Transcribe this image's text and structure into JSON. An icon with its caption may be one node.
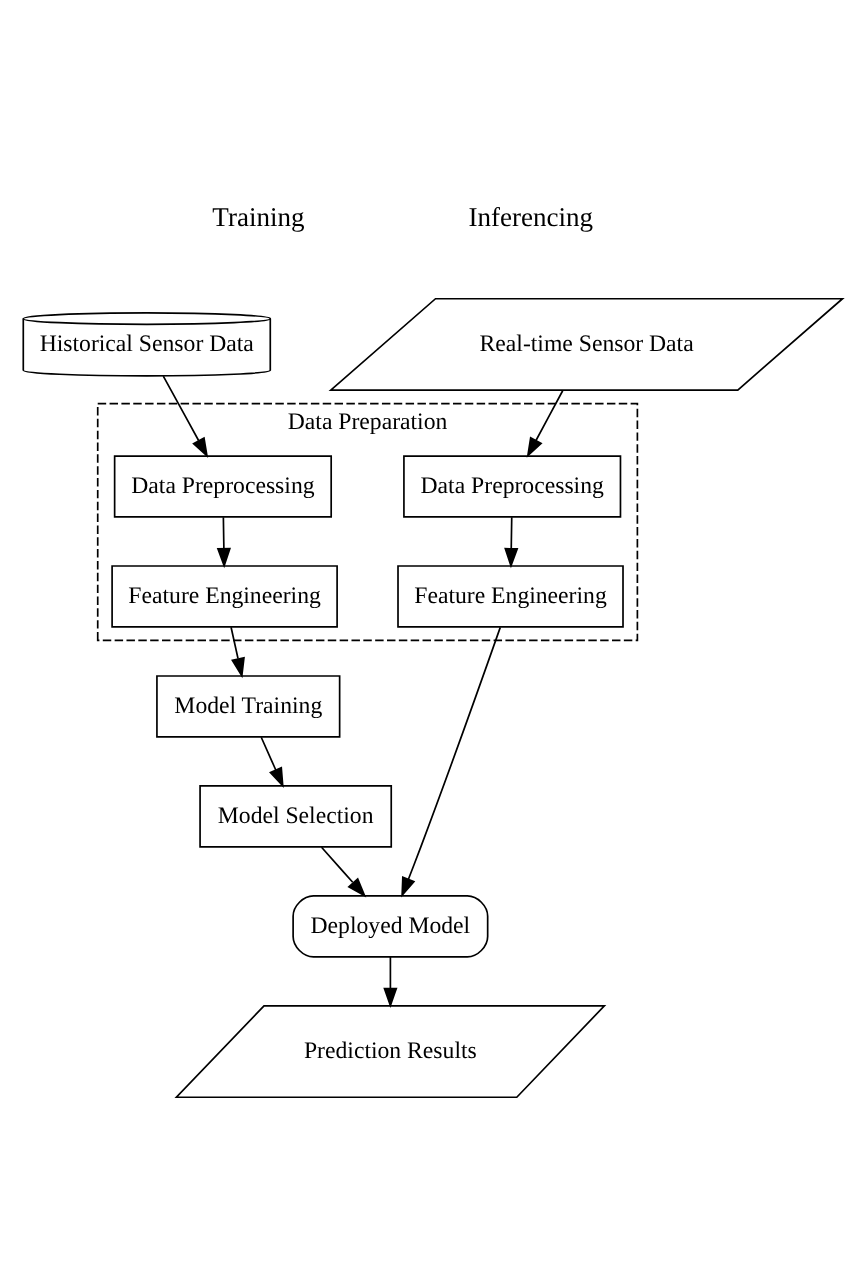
{
  "diagram": {
    "nodes": [
      {
        "text": [
          "Historical Sensor Data"
        ]
      },
      {
        "text": [
          "Real-time Sensor Data"
        ]
      },
      {
        "text": [
          "Data Preparation"
        ]
      },
      {
        "text": [
          "Data Preprocessing"
        ],
        "in": 2
      },
      {
        "text": [
          "Data Preprocessing"
        ],
        "in": 2
      },
      {
        "text": [
          "Feature Engineering"
        ],
        "in": 2
      },
      {
        "text": [
          "Feature Engineering"
        ],
        "in": 2
      },
      {
        "text": [
          "Model Training"
        ]
      },
      {
        "text": [
          "Model Selection"
        ]
      },
      {
        "text": [
          "Deployed Model"
        ]
      },
      {
        "text": [
          "Prediction Results"
        ]
      }
    ],
    "edges": [
      {
        "from": 0,
        "to": 3,
        "arrow": "to"
      },
      {
        "from": 3,
        "to": 5,
        "arrow": "to"
      },
      {
        "from": 5,
        "to": 7,
        "arrow": "to"
      },
      {
        "from": 7,
        "to": 8,
        "arrow": "to"
      },
      {
        "from": 8,
        "to": 9,
        "arrow": "to"
      },
      {
        "from": 1,
        "to": 4,
        "arrow": "to"
      },
      {
        "from": 4,
        "to": 6,
        "arrow": "to"
      },
      {
        "from": 6,
        "to": 9,
        "arrow": "to"
      },
      {
        "from": 9,
        "to": 10,
        "arrow": "to"
      }
    ],
    "labels": [
      "Training",
      "Inferencing"
    ]
  }
}
